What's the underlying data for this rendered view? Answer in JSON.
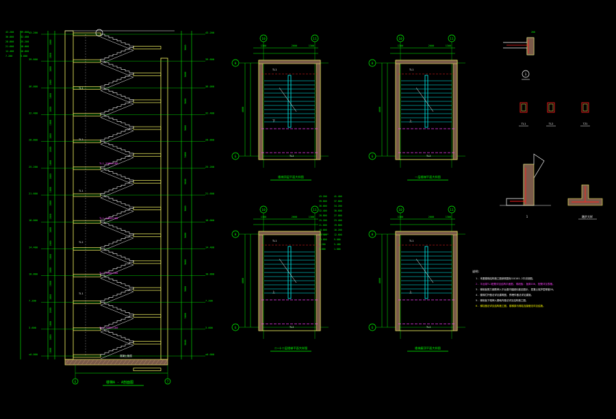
{
  "section": {
    "title": "楼梯A - A剖面图",
    "axis_left": "6",
    "axis_right": "7",
    "levels": [
      "43.200",
      "39.600",
      "36.000",
      "32.400",
      "28.800",
      "25.200",
      "21.600",
      "18.000",
      "14.400",
      "10.800",
      "7.200",
      "3.600",
      "±0.000"
    ],
    "heights": [
      "1800",
      "1800",
      "1800",
      "1800",
      "1800",
      "1800",
      "1800",
      "1800",
      "1800",
      "1800",
      "1800",
      "1800"
    ],
    "top_dim": "3600",
    "flight_labels": [
      "TL1",
      "TL2",
      "TL1",
      "TL2",
      "TL1"
    ],
    "note_magenta": [
      "TL1 2000×180",
      "TL1 2000×180",
      "TL1 2000×180",
      "TL1 2000×180"
    ],
    "bottom_label": "混凝土垫层",
    "level_table": [
      [
        "43.200",
        "39.600"
      ],
      [
        "36.000",
        "32.400"
      ],
      [
        "28.800",
        "25.200"
      ],
      [
        "21.600",
        "18.000"
      ],
      [
        "14.400",
        "10.800"
      ],
      [
        "7.200",
        "3.600"
      ]
    ]
  },
  "plans": [
    {
      "title": "楼梯顶层平面大样图",
      "axes": [
        "10",
        "11"
      ],
      "rows": [
        "H",
        "G"
      ],
      "dims": [
        "1300",
        "2600",
        "1300"
      ],
      "vdim": "4600",
      "up_label": "下"
    },
    {
      "title": "一层楼梯平面大样图",
      "axes": [
        "10",
        "11"
      ],
      "rows": [
        "H",
        "G"
      ],
      "dims": [
        "1300",
        "2600",
        "1300"
      ],
      "vdim": "4600",
      "up_label": "上"
    },
    {
      "title": "二~十二层楼梯平面大样图",
      "axes": [
        "10",
        "11"
      ],
      "rows": [
        "H",
        "G"
      ],
      "dims": [
        "1300",
        "2600",
        "1300"
      ],
      "vdim": "4600",
      "up_label": "上"
    },
    {
      "title": "楼梯屋顶平面大样图",
      "axes": [
        "10",
        "11"
      ],
      "rows": [
        "H",
        "G"
      ],
      "dims": [
        "1300",
        "2600",
        "1300"
      ],
      "vdim": "4600",
      "up_label": "上"
    }
  ],
  "plan_level_table": {
    "left": [
      "43.200",
      "39.600",
      "36.000",
      "32.400",
      "28.800",
      "25.200",
      "21.600",
      "18.000",
      "14.400",
      "10.800",
      "7.200",
      "3.600"
    ],
    "right": [
      "41.400",
      "37.800",
      "34.200",
      "30.600",
      "27.000",
      "23.400",
      "19.800",
      "16.200",
      "12.600",
      "9.000",
      "5.400",
      "1.800"
    ]
  },
  "details": {
    "detail1_label": "1",
    "tl_labels": [
      "TL1",
      "TL2",
      "TZ1"
    ],
    "detail_titles": [
      "1",
      "踏步大样"
    ],
    "dim_small": "200"
  },
  "notes": {
    "heading": "说明:",
    "lines": [
      "1. 本图楼梯结构施工图参照国标11G101-2平法制图。",
      "2. 平台梁TL1配筋详见结构平面图, 梯段板: 板厚150, 配筋详见表格。",
      "3. 梯段板受力钢筋伸入平台梁内锚固长度见图示, 混凝土保护层厚度20。",
      "4. 楼梯栏杆做法详见建筑图, 预埋件做法详见建施。",
      "5. 梯段板下端伸入基础内做法详见结构施工图。",
      "6. 梯柱做法详见结构施工图, 楼梯梁与梯柱连接做法详见结施。"
    ],
    "colors": [
      "#ffffff",
      "#ff40ff",
      "#ffffff",
      "#ffffff",
      "#ffffff",
      "#ffff00"
    ]
  },
  "colors": {
    "background": "#000000",
    "dim": "#00ff00",
    "wall": "#ffff66",
    "stair": "#ffffff",
    "rail": "#00ffff",
    "annot": "#ff40ff",
    "red": "#ff2020",
    "hatch": "#7a5a4a"
  }
}
